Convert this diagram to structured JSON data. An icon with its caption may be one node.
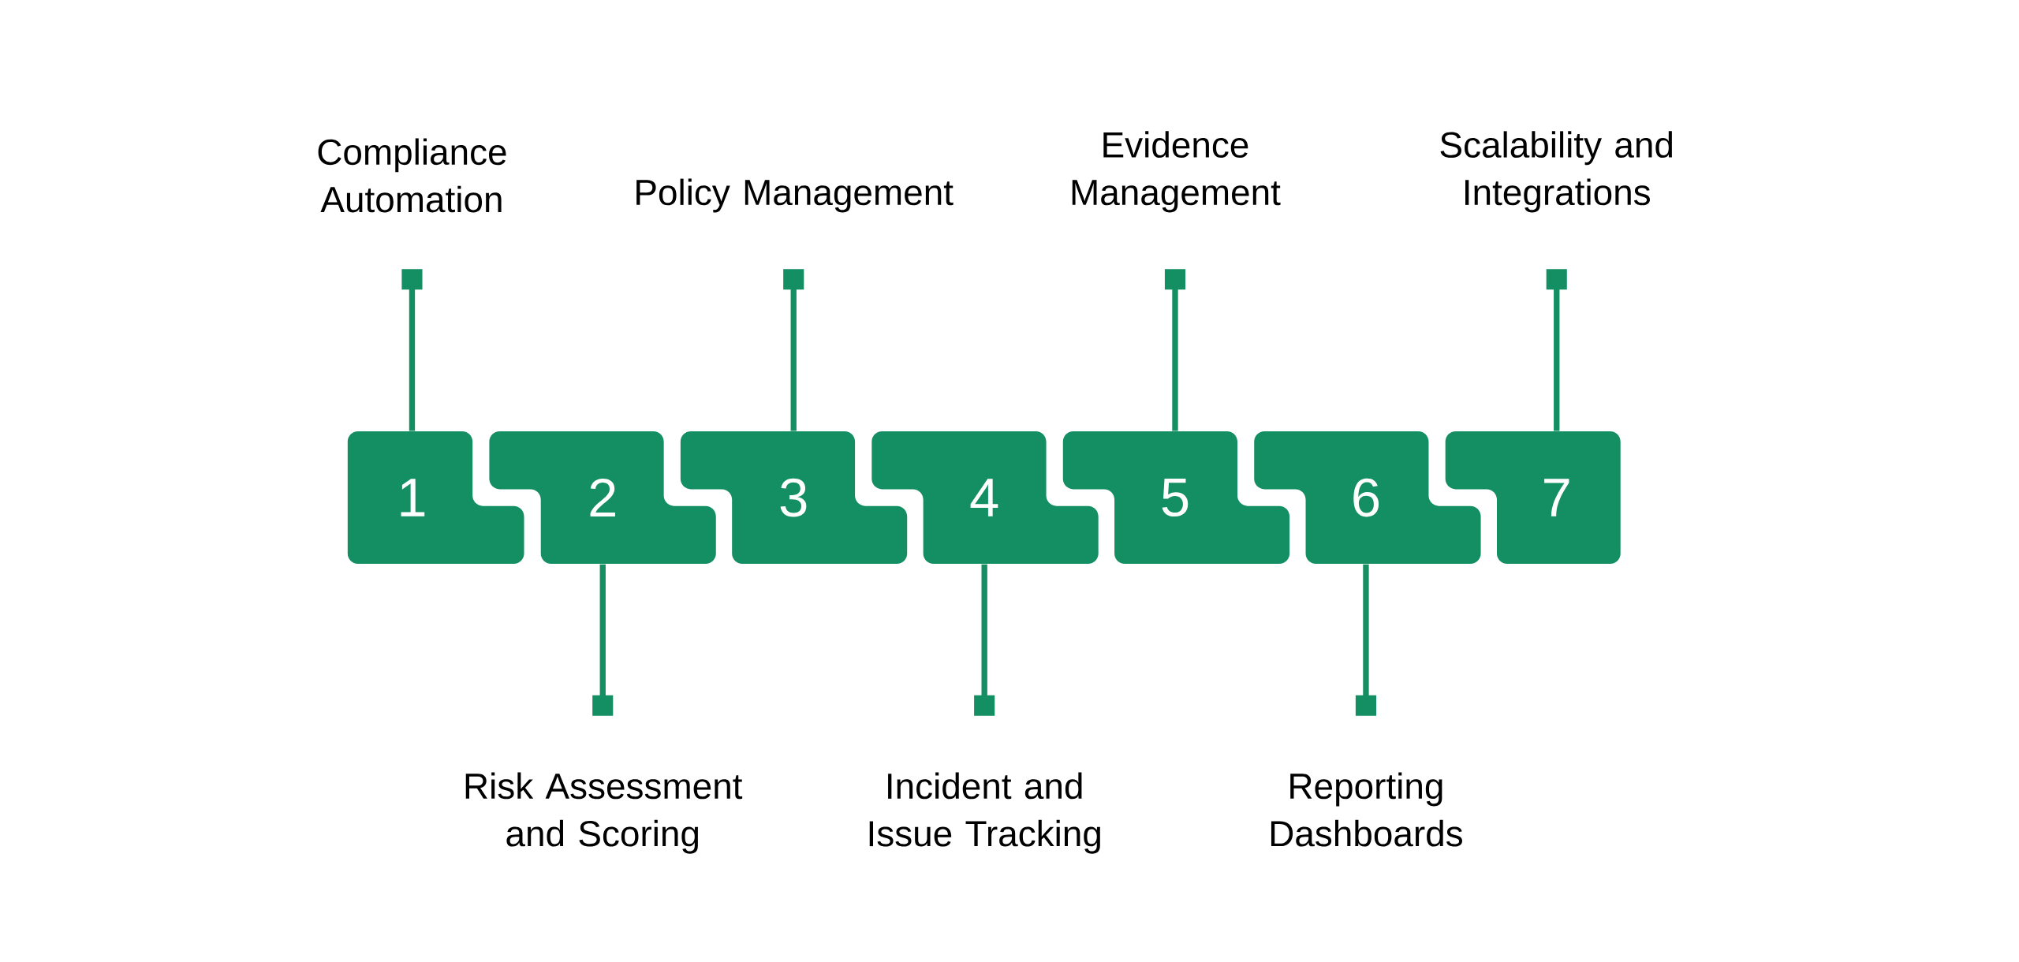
{
  "diagram": {
    "nodes": [
      {
        "text": [
          "1"
        ]
      },
      {
        "text": [
          "2"
        ]
      },
      {
        "text": [
          "3"
        ]
      },
      {
        "text": [
          "4"
        ]
      },
      {
        "text": [
          "5"
        ]
      },
      {
        "text": [
          "6"
        ]
      },
      {
        "text": [
          "7"
        ]
      },
      {
        "text": [
          "Compliance Automation"
        ]
      },
      {
        "text": [
          "Risk Assessment and Scoring"
        ]
      },
      {
        "text": [
          "Policy Management"
        ]
      },
      {
        "text": [
          "Incident and Issue Tracking"
        ]
      },
      {
        "text": [
          "Evidence Management"
        ]
      },
      {
        "text": [
          "Reporting Dashboards"
        ]
      },
      {
        "text": [
          "Scalability and Integrations"
        ]
      }
    ],
    "edges": [
      {
        "from": 7,
        "to": 0,
        "arrow": "other"
      },
      {
        "from": 8,
        "to": 1,
        "arrow": "other"
      },
      {
        "from": 9,
        "to": 2,
        "arrow": "other"
      },
      {
        "from": 10,
        "to": 3,
        "arrow": "other"
      },
      {
        "from": 11,
        "to": 4,
        "arrow": "other"
      },
      {
        "from": 12,
        "to": 5,
        "arrow": "other"
      },
      {
        "from": 13,
        "to": 6,
        "arrow": "other"
      }
    ]
  }
}
